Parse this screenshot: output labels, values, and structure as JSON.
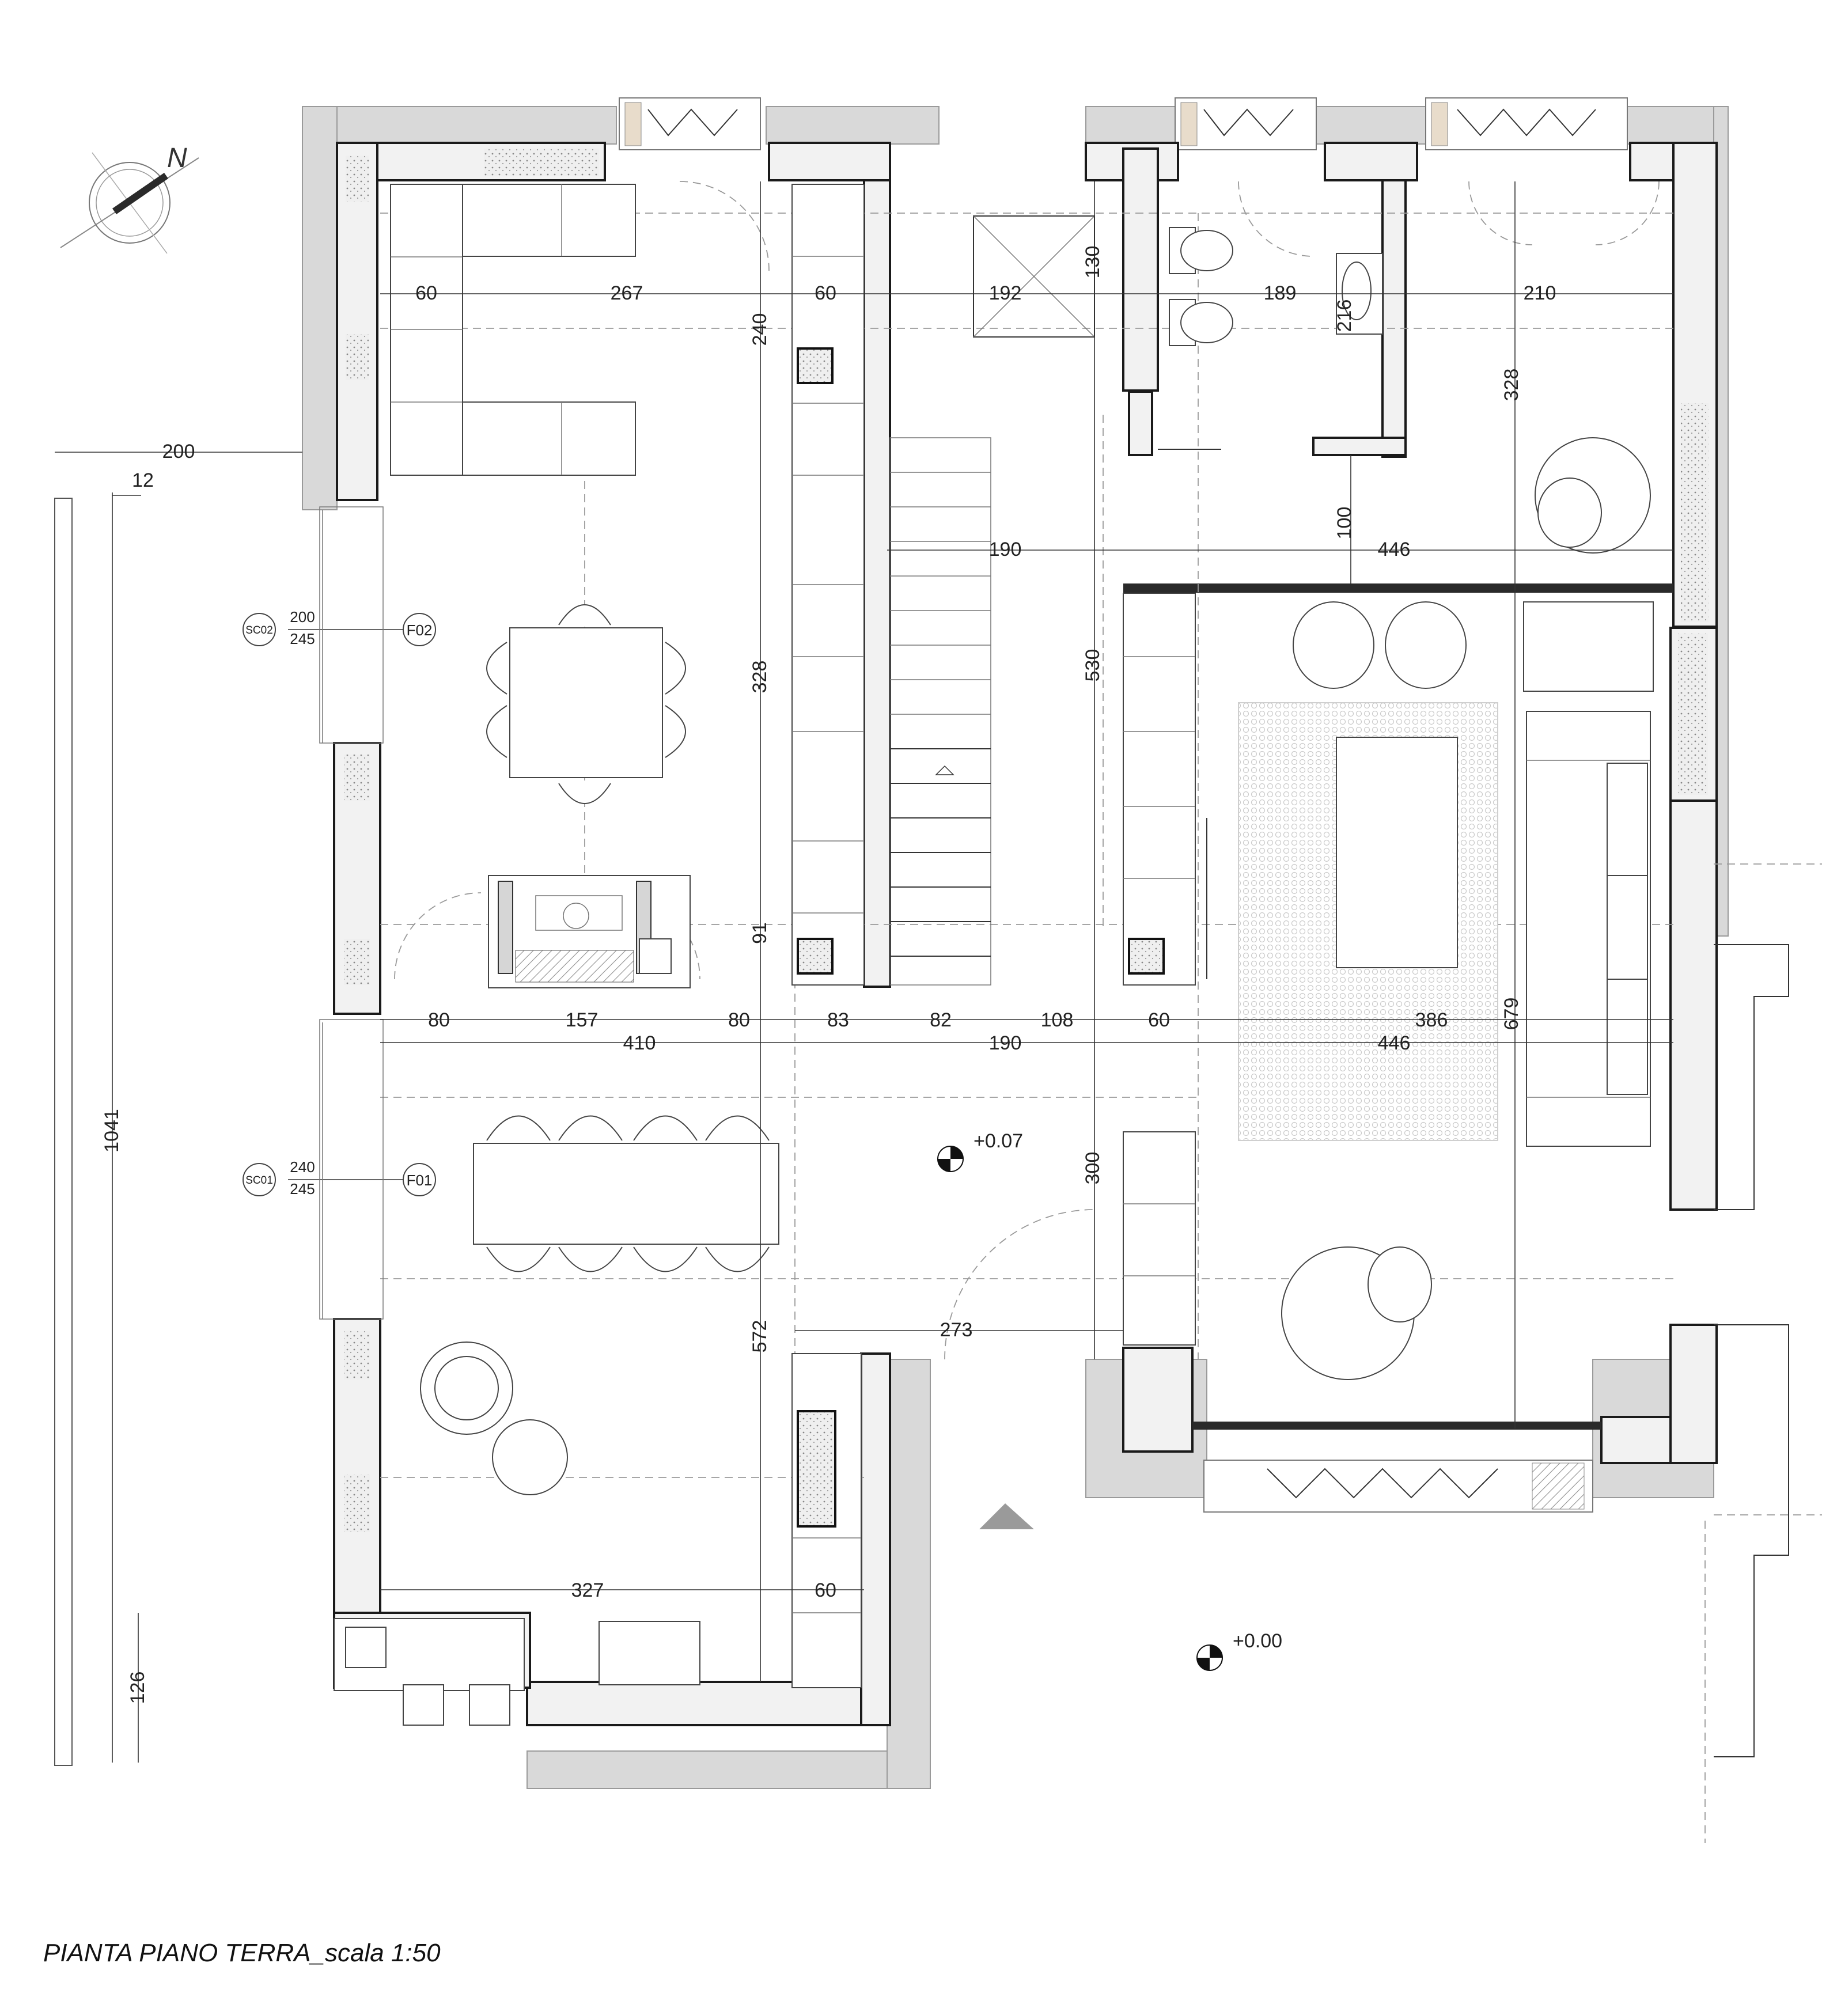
{
  "caption": "PIANTA PIANO TERRA_scala 1:50",
  "north_label": "N",
  "levels": {
    "interior": "+0.07",
    "exterior": "+0.00"
  },
  "openings": {
    "sc02": {
      "tag": "SC02",
      "top": "200",
      "bottom": "245",
      "label": "F02"
    },
    "sc01": {
      "tag": "SC01",
      "top": "240",
      "bottom": "245",
      "label": "F01"
    }
  },
  "dimensions": {
    "top_60a": "60",
    "top_267": "267",
    "top_60b": "60",
    "top_192": "192",
    "top_189": "189",
    "top_210": "210",
    "v_130": "130",
    "v_216": "216",
    "v_240": "240",
    "v_328_right": "328",
    "v_100": "100",
    "mid_190": "190",
    "mid_446": "446",
    "ext_200": "200",
    "ext_12": "12",
    "v_1041": "1041",
    "v_126": "126",
    "v_328_left": "328",
    "v_530": "530",
    "v_91": "91",
    "row1_80a": "80",
    "row1_157": "157",
    "row1_80b": "80",
    "row1_83": "83",
    "row1_82": "82",
    "row1_108": "108",
    "row1_60": "60",
    "row1_386": "386",
    "v_679": "679",
    "row2_410": "410",
    "row2_190": "190",
    "row2_446": "446",
    "v_300": "300",
    "v_572": "572",
    "d_273": "273",
    "bot_327": "327",
    "bot_60": "60"
  }
}
